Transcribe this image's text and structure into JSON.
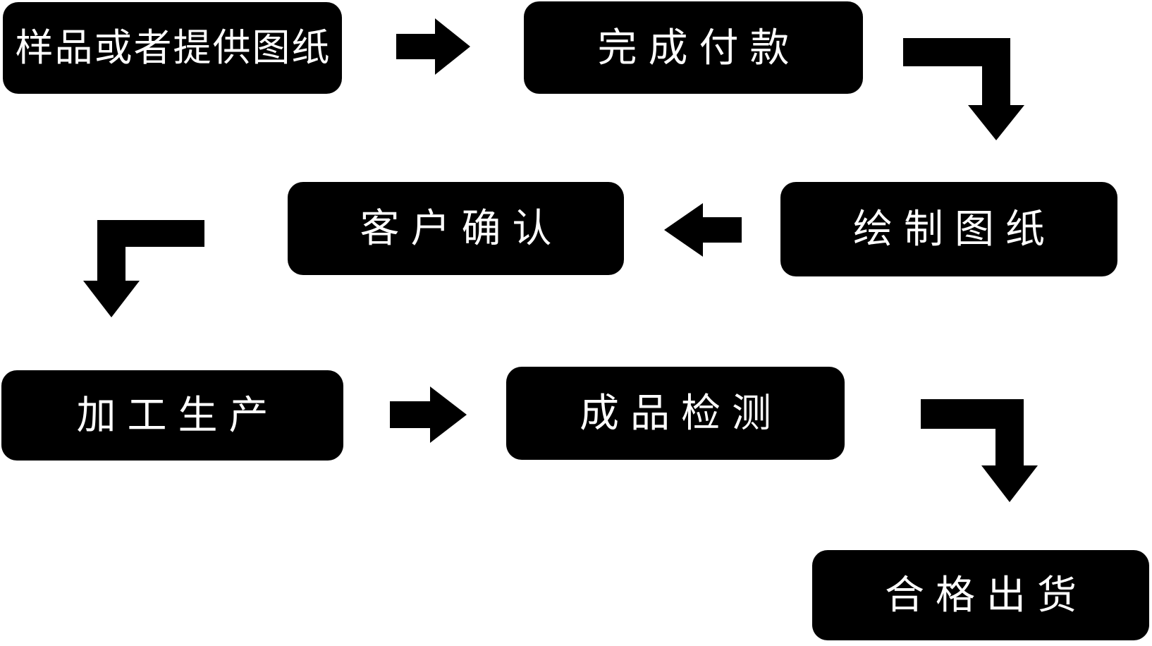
{
  "diagram": {
    "type": "flowchart",
    "background_color": "#ffffff",
    "node_bg_color": "#000000",
    "node_text_color": "#ffffff",
    "arrow_color": "#000000",
    "nodes": [
      {
        "id": "sample-or-drawing",
        "label": "样品或者提供图纸"
      },
      {
        "id": "complete-payment",
        "label": "完成付款"
      },
      {
        "id": "draw-blueprint",
        "label": "绘制图纸"
      },
      {
        "id": "customer-confirm",
        "label": "客户确认"
      },
      {
        "id": "production",
        "label": "加工生产"
      },
      {
        "id": "product-inspection",
        "label": "成品检测"
      },
      {
        "id": "qualified-shipment",
        "label": "合格出货"
      }
    ],
    "edges": [
      {
        "from": "样品或者提供图纸",
        "to": "完成付款",
        "direction": "right"
      },
      {
        "from": "完成付款",
        "to": "绘制图纸",
        "direction": "right-then-down"
      },
      {
        "from": "绘制图纸",
        "to": "客户确认",
        "direction": "left"
      },
      {
        "from": "客户确认",
        "to": "加工生产",
        "direction": "left-then-down"
      },
      {
        "from": "加工生产",
        "to": "成品检测",
        "direction": "right"
      },
      {
        "from": "成品检测",
        "to": "合格出货",
        "direction": "right-then-down"
      }
    ]
  }
}
